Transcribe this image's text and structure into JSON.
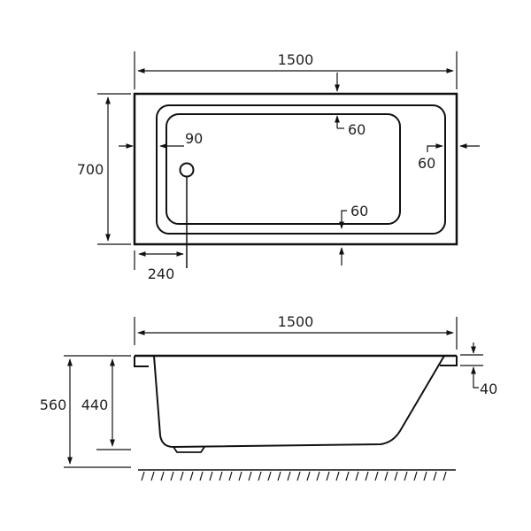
{
  "diagram": {
    "type": "bathtub technical drawing",
    "line_color": "#111111",
    "plan_view": {
      "length_label": "1500",
      "width_label": "700",
      "rim_left_label": "90",
      "rim_top_label": "60",
      "rim_right_label": "60",
      "rim_bottom_label": "60",
      "waste_offset_label": "240"
    },
    "side_view": {
      "length_label": "1500",
      "overall_height_label": "560",
      "depth_label": "440",
      "rim_thickness_label": "40"
    }
  }
}
